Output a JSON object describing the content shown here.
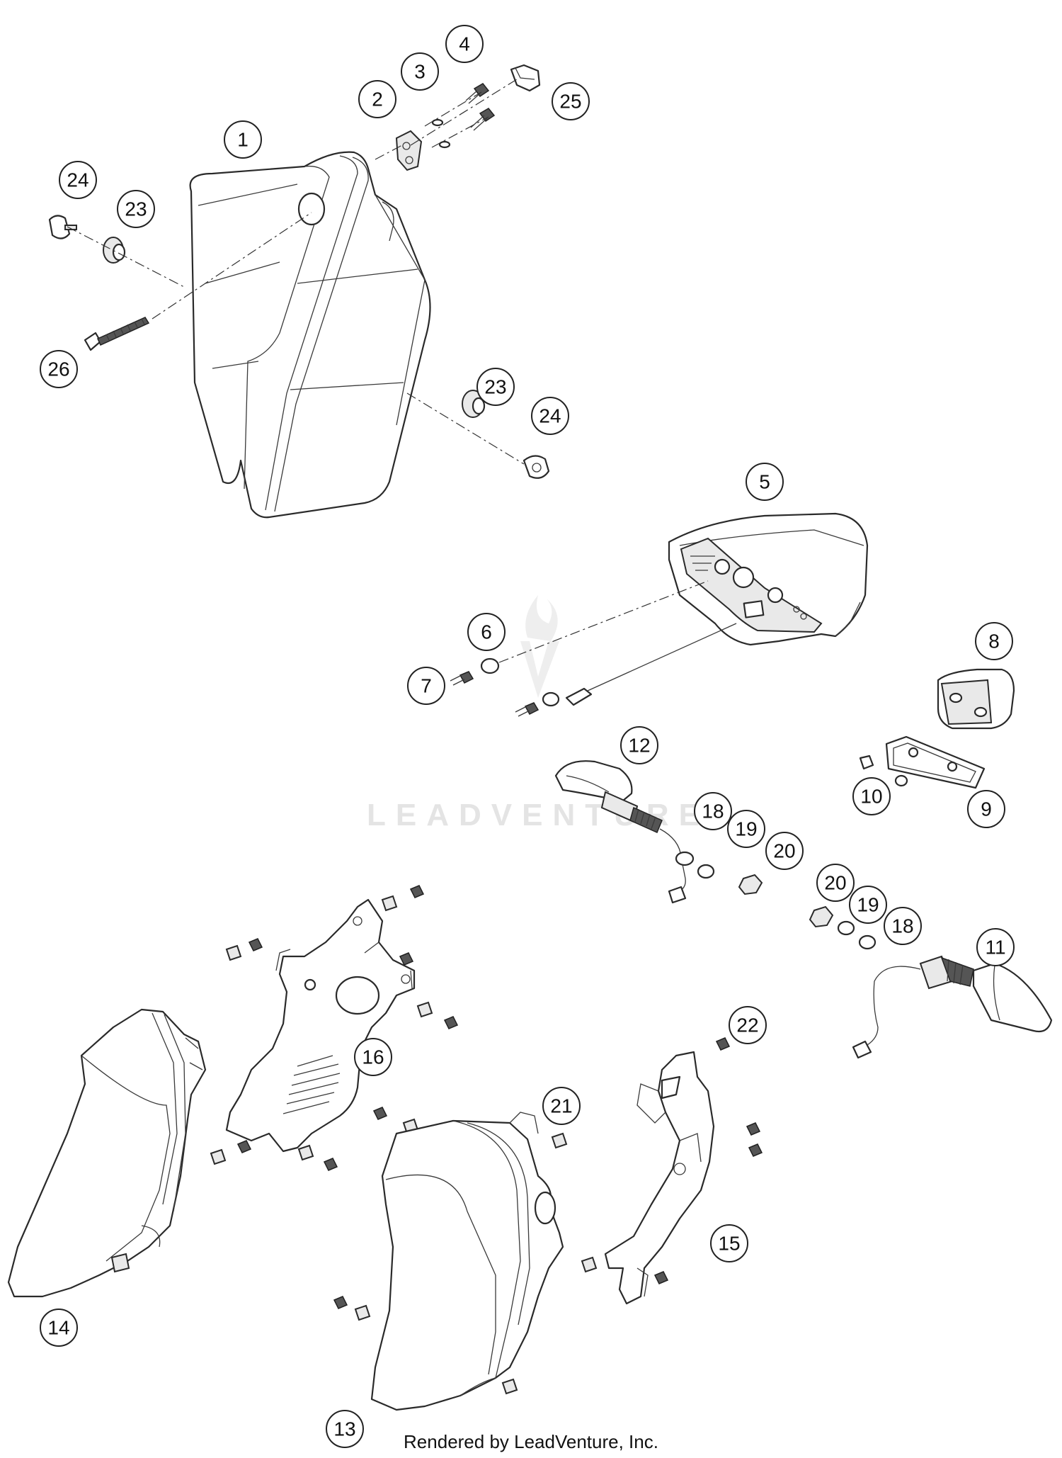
{
  "watermark": "LEADVENTURE",
  "footer": "Rendered by LeadVenture, Inc.",
  "callouts": [
    {
      "label": "1"
    },
    {
      "label": "2"
    },
    {
      "label": "3"
    },
    {
      "label": "4"
    },
    {
      "label": "25"
    },
    {
      "label": "24"
    },
    {
      "label": "23"
    },
    {
      "label": "26"
    },
    {
      "label": "23"
    },
    {
      "label": "24"
    },
    {
      "label": "5"
    },
    {
      "label": "6"
    },
    {
      "label": "7"
    },
    {
      "label": "8"
    },
    {
      "label": "12"
    },
    {
      "label": "10"
    },
    {
      "label": "9"
    },
    {
      "label": "18"
    },
    {
      "label": "19"
    },
    {
      "label": "20"
    },
    {
      "label": "20"
    },
    {
      "label": "19"
    },
    {
      "label": "18"
    },
    {
      "label": "11"
    },
    {
      "label": "16"
    },
    {
      "label": "22"
    },
    {
      "label": "21"
    },
    {
      "label": "15"
    },
    {
      "label": "14"
    },
    {
      "label": "13"
    }
  ]
}
